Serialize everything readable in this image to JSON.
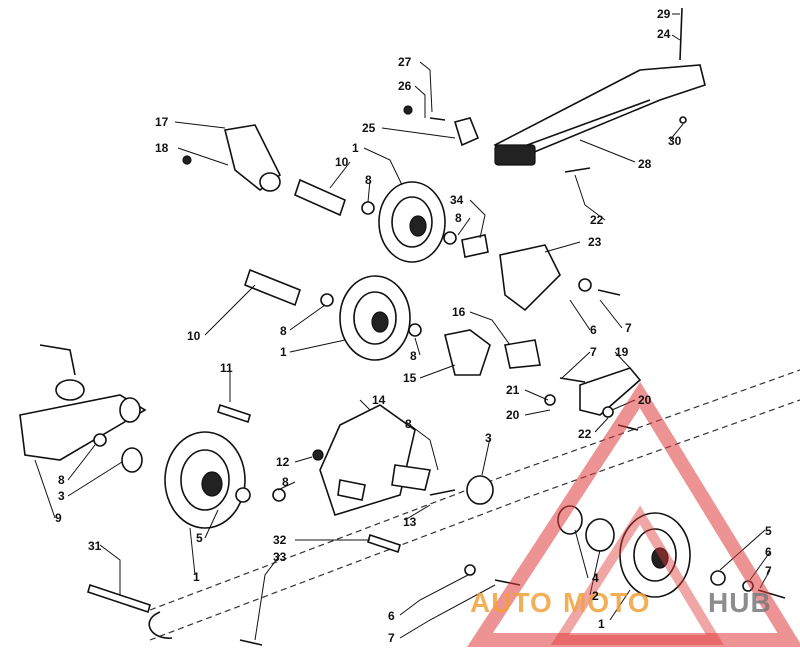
{
  "diagram": {
    "callouts": [
      {
        "id": "c29",
        "text": "29"
      },
      {
        "id": "c24",
        "text": "24"
      },
      {
        "id": "c27",
        "text": "27"
      },
      {
        "id": "c26",
        "text": "26"
      },
      {
        "id": "c25",
        "text": "25"
      },
      {
        "id": "c17",
        "text": "17"
      },
      {
        "id": "c18",
        "text": "18"
      },
      {
        "id": "c1a",
        "text": "1"
      },
      {
        "id": "c10a",
        "text": "10"
      },
      {
        "id": "c8a",
        "text": "8"
      },
      {
        "id": "c34",
        "text": "34"
      },
      {
        "id": "c8b",
        "text": "8"
      },
      {
        "id": "c30",
        "text": "30"
      },
      {
        "id": "c28",
        "text": "28"
      },
      {
        "id": "c22a",
        "text": "22"
      },
      {
        "id": "c23",
        "text": "23"
      },
      {
        "id": "c10b",
        "text": "10"
      },
      {
        "id": "c8c",
        "text": "8"
      },
      {
        "id": "c1b",
        "text": "1"
      },
      {
        "id": "c16",
        "text": "16"
      },
      {
        "id": "c6a",
        "text": "6"
      },
      {
        "id": "c7a",
        "text": "7"
      },
      {
        "id": "c8d",
        "text": "8"
      },
      {
        "id": "c15",
        "text": "15"
      },
      {
        "id": "c7b",
        "text": "7"
      },
      {
        "id": "c19",
        "text": "19"
      },
      {
        "id": "c11",
        "text": "11"
      },
      {
        "id": "c21",
        "text": "21"
      },
      {
        "id": "c14",
        "text": "14"
      },
      {
        "id": "c20a",
        "text": "20"
      },
      {
        "id": "c20b",
        "text": "20"
      },
      {
        "id": "c22b",
        "text": "22"
      },
      {
        "id": "c8e",
        "text": "8"
      },
      {
        "id": "c3a",
        "text": "3"
      },
      {
        "id": "c12",
        "text": "12"
      },
      {
        "id": "c8f",
        "text": "8"
      },
      {
        "id": "c8g",
        "text": "8"
      },
      {
        "id": "c3b",
        "text": "3"
      },
      {
        "id": "c9",
        "text": "9"
      },
      {
        "id": "c13",
        "text": "13"
      },
      {
        "id": "c5a",
        "text": "5"
      },
      {
        "id": "c1c",
        "text": "1"
      },
      {
        "id": "c31",
        "text": "31"
      },
      {
        "id": "c32",
        "text": "32"
      },
      {
        "id": "c33",
        "text": "33"
      },
      {
        "id": "c5b",
        "text": "5"
      },
      {
        "id": "c6b",
        "text": "6"
      },
      {
        "id": "c7c",
        "text": "7"
      },
      {
        "id": "c4",
        "text": "4"
      },
      {
        "id": "c2",
        "text": "2"
      },
      {
        "id": "c6c",
        "text": "6"
      },
      {
        "id": "c7d",
        "text": "7"
      },
      {
        "id": "c1d",
        "text": "1"
      }
    ]
  },
  "watermark": {
    "text_a": "AUTO",
    "text_b": "MOTO",
    "text_c": "HUB",
    "color_red": "#e03a3a",
    "color_orange": "#f2a23a",
    "color_gray": "#7a7a7a"
  }
}
